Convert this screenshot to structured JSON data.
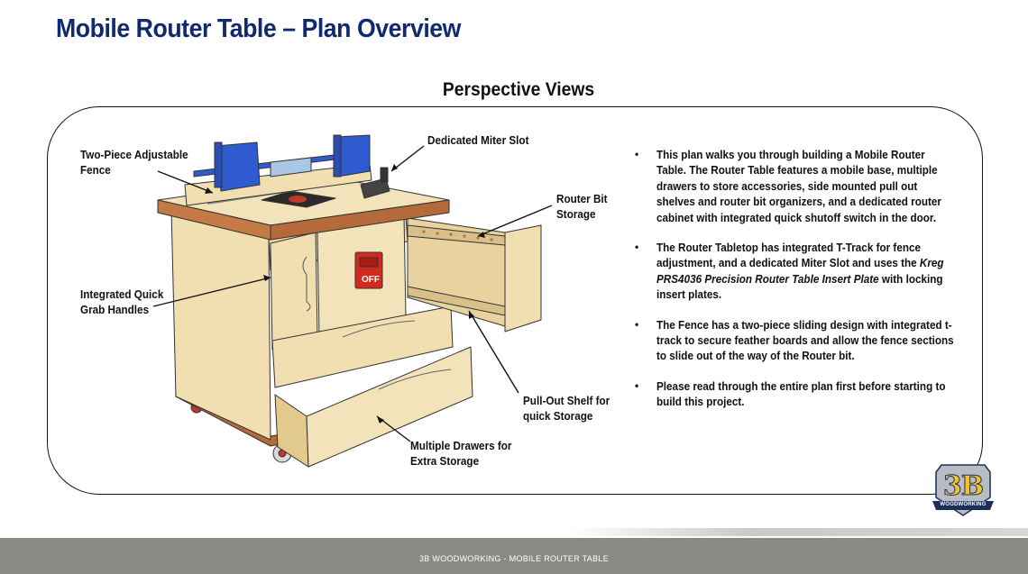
{
  "header": {
    "title": "Mobile Router Table – Plan Overview",
    "section_title": "Perspective Views"
  },
  "callouts": {
    "fence": [
      "Two-Piece Adjustable",
      "Fence"
    ],
    "miter": [
      "Dedicated Miter Slot"
    ],
    "bit_storage": [
      "Router Bit",
      "Storage"
    ],
    "handles": [
      "Integrated Quick",
      "Grab Handles"
    ],
    "shelf": [
      "Pull-Out Shelf for",
      "quick Storage"
    ],
    "drawers": [
      "Multiple Drawers for",
      "Extra Storage"
    ],
    "switch_label": "OFF"
  },
  "bullets": [
    {
      "text": "This plan walks you through building a Mobile Router Table.  The Router Table features a mobile base, multiple drawers to store  accessories, side mounted pull out shelves and router bit organizers, and a dedicated router cabinet with integrated quick shutoff switch in the door."
    },
    {
      "text_before": "The Router Tabletop has integrated T-Track for fence adjustment, and a dedicated Miter Slot and uses the ",
      "italic": "Kreg PRS4036 Precision Router Table Insert Plate",
      "text_after": " with locking insert plates."
    },
    {
      "text": "The Fence has a two-piece sliding design with integrated t-track to secure feather boards and allow the fence sections to slide out of the way of the Router bit."
    },
    {
      "text": "Please read through the entire plan first before starting to build this project."
    }
  ],
  "logo": {
    "text": "3B",
    "subtext": "WOODWORKING",
    "colors": {
      "gold": "#f3c02a",
      "navy": "#1a2f5c",
      "silver": "#b8bcc4"
    }
  },
  "footer": {
    "text": "3B WOODWORKING - MOBILE ROUTER TABLE"
  },
  "colors": {
    "title": "#0f2a6e",
    "plywood": "#f1dfb2",
    "plywood_edge": "#e2c98e",
    "top_edge": "#b56a3a",
    "fence_blue": "#2f5bd0",
    "switch_red": "#d42a1e",
    "footer_bar": "#8a8a85"
  }
}
